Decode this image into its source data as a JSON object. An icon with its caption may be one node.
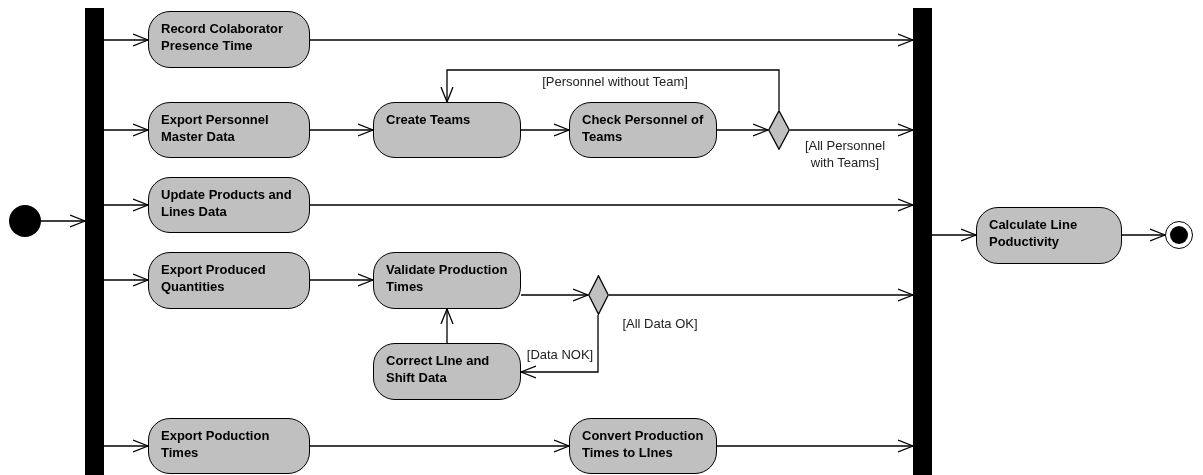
{
  "diagram": {
    "nodes": [
      {
        "text": [],
        "shape": "circle"
      },
      {
        "text": [],
        "shape": "bar"
      },
      {
        "text": [
          "Record Colaborator Presence Time"
        ]
      },
      {
        "text": [
          "Export Personnel Master Data"
        ]
      },
      {
        "text": [
          "Create Teams"
        ]
      },
      {
        "text": [
          "Check Personnel of Teams"
        ]
      },
      {
        "text": [],
        "shape": "diamond"
      },
      {
        "text": [
          "Update Products and Lines Data"
        ]
      },
      {
        "text": [
          "Export Produced Quantities"
        ]
      },
      {
        "text": [
          "Validate Production Times"
        ]
      },
      {
        "text": [],
        "shape": "diamond"
      },
      {
        "text": [
          "Correct LIne and Shift Data"
        ]
      },
      {
        "text": [
          "Export Poduction Times"
        ]
      },
      {
        "text": [
          "Convert Production Times to LInes"
        ]
      },
      {
        "text": [],
        "shape": "bar"
      },
      {
        "text": [
          "Calculate Line Poductivity"
        ]
      },
      {
        "text": [],
        "shape": "circle"
      }
    ],
    "edges": [
      {
        "from": 0,
        "to": 1,
        "arrow": "to"
      },
      {
        "from": 1,
        "to": 2,
        "arrow": "to"
      },
      {
        "from": 1,
        "to": 3,
        "arrow": "to"
      },
      {
        "from": 1,
        "to": 7,
        "arrow": "to"
      },
      {
        "from": 1,
        "to": 8,
        "arrow": "to"
      },
      {
        "from": 1,
        "to": 12,
        "arrow": "to"
      },
      {
        "from": 2,
        "to": 14,
        "arrow": "to"
      },
      {
        "from": 3,
        "to": 4,
        "arrow": "to"
      },
      {
        "from": 4,
        "to": 5,
        "arrow": "to"
      },
      {
        "from": 5,
        "to": 6,
        "arrow": "to"
      },
      {
        "from": 6,
        "to": 4,
        "arrow": "to",
        "label": "[Personnel without Team]"
      },
      {
        "from": 6,
        "to": 14,
        "arrow": "to",
        "label": "[All Personnel with Teams]"
      },
      {
        "from": 7,
        "to": 14,
        "arrow": "to"
      },
      {
        "from": 8,
        "to": 9,
        "arrow": "to"
      },
      {
        "from": 9,
        "to": 10,
        "arrow": "to"
      },
      {
        "from": 10,
        "to": 14,
        "arrow": "to",
        "label": "[All Data OK]"
      },
      {
        "from": 10,
        "to": 11,
        "arrow": "to",
        "label": "[Data NOK]"
      },
      {
        "from": 11,
        "to": 9,
        "arrow": "to"
      },
      {
        "from": 12,
        "to": 13,
        "arrow": "to"
      },
      {
        "from": 13,
        "to": 14,
        "arrow": "to"
      },
      {
        "from": 14,
        "to": 15,
        "arrow": "to"
      },
      {
        "from": 15,
        "to": 16,
        "arrow": "to"
      }
    ]
  }
}
